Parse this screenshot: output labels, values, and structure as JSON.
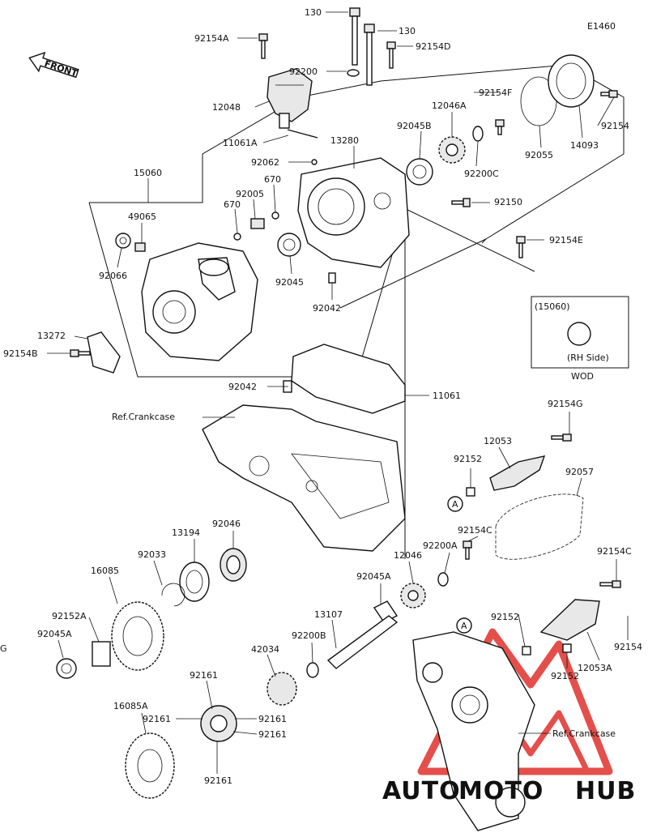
{
  "diagram_code": "E1460",
  "front_label": "FRONT",
  "wod_label": "WOD",
  "inset": {
    "ref": "(15060)",
    "side": "(RH Side)"
  },
  "ref_crankcase_1": "Ref.Crankcase",
  "ref_crankcase_2": "Ref.Crankcase",
  "circle_a": "A",
  "partial_left": "G",
  "watermark": {
    "auto": "AUTO",
    "moto": "MOTO",
    "hub": "HUB",
    "orange": "#f0a23a",
    "red": "#e0312c",
    "gray": "#555555"
  },
  "labels": {
    "p130a": "130",
    "p130b": "130",
    "p92154A": "92154A",
    "p92154D": "92154D",
    "p92200": "92200",
    "p12048": "12048",
    "p11061A": "11061A",
    "p92062": "92062",
    "p13280": "13280",
    "p15060": "15060",
    "p670a": "670",
    "p670b": "670",
    "p92005": "92005",
    "p49065": "49065",
    "p92066": "92066",
    "p92045": "92045",
    "p92042a": "92042",
    "p13272": "13272",
    "p92154B": "92154B",
    "p92154F": "92154F",
    "p12046A": "12046A",
    "p92045B": "92045B",
    "p92200C": "92200C",
    "p92055": "92055",
    "p14093": "14093",
    "p92154": "92154",
    "p92150": "92150",
    "p92154E": "92154E",
    "p92042b": "92042",
    "p11061": "11061",
    "p92154G": "92154G",
    "p12053": "12053",
    "p92152a": "92152",
    "p92057": "92057",
    "p92154Ca": "92154C",
    "p92200A": "92200A",
    "p12046": "12046",
    "p92154Cb": "92154C",
    "p92045A_r": "92045A",
    "p92152b": "92152",
    "p92152c": "92152",
    "p12053A": "12053A",
    "p92154r": "92154",
    "p13194": "13194",
    "p92046": "92046",
    "p92033": "92033",
    "p16085": "16085",
    "p92152A": "92152A",
    "p92045A_l": "92045A",
    "p13107": "13107",
    "p92200B": "92200B",
    "p42034": "42034",
    "p92161a": "92161",
    "p92161b": "92161",
    "p92161c": "92161",
    "p92161d": "92161",
    "p92161e": "92161",
    "p16085A": "16085A"
  }
}
